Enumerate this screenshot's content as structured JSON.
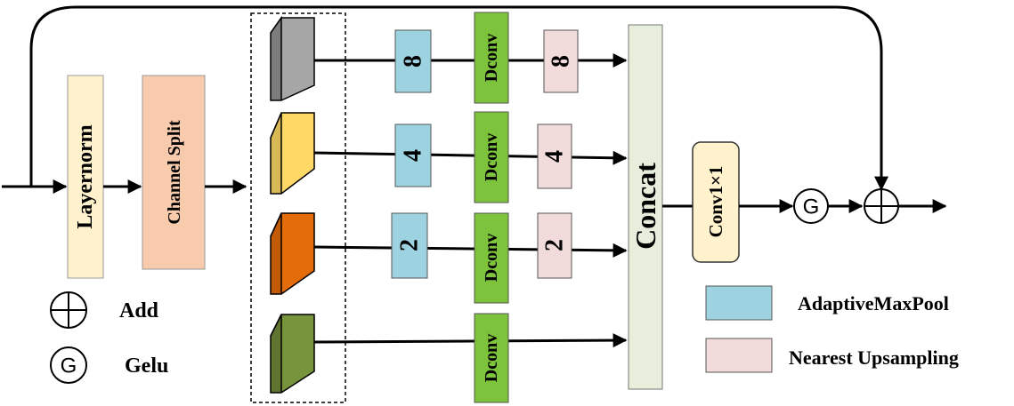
{
  "blocks": {
    "layernorm": "Layernorm",
    "channel_split": "Channel Split",
    "concat": "Concat",
    "conv": "Conv1×1"
  },
  "pool_factors": [
    "8",
    "4",
    "2"
  ],
  "upsample_factors": [
    "8",
    "4",
    "2"
  ],
  "dconv_label": "Dconv",
  "gelu_symbol": "G",
  "legend": {
    "add": "Add",
    "gelu": "Gelu",
    "adaptive_max_pool": "AdaptiveMaxPool",
    "nearest_upsampling": "Nearest Upsampling"
  },
  "colors": {
    "layernorm": "#fff2cc",
    "channel_split": "#f8cbad",
    "pool": "#9dd3e0",
    "dconv": "#7dc33b",
    "upsample": "#f2dcdb",
    "concat": "#e7efdc",
    "conv": "#fff2cc",
    "feature_gray": "#a6a6a6",
    "feature_yellow": "#ffd966",
    "feature_orange": "#e46c0a",
    "feature_green": "#77933c"
  }
}
